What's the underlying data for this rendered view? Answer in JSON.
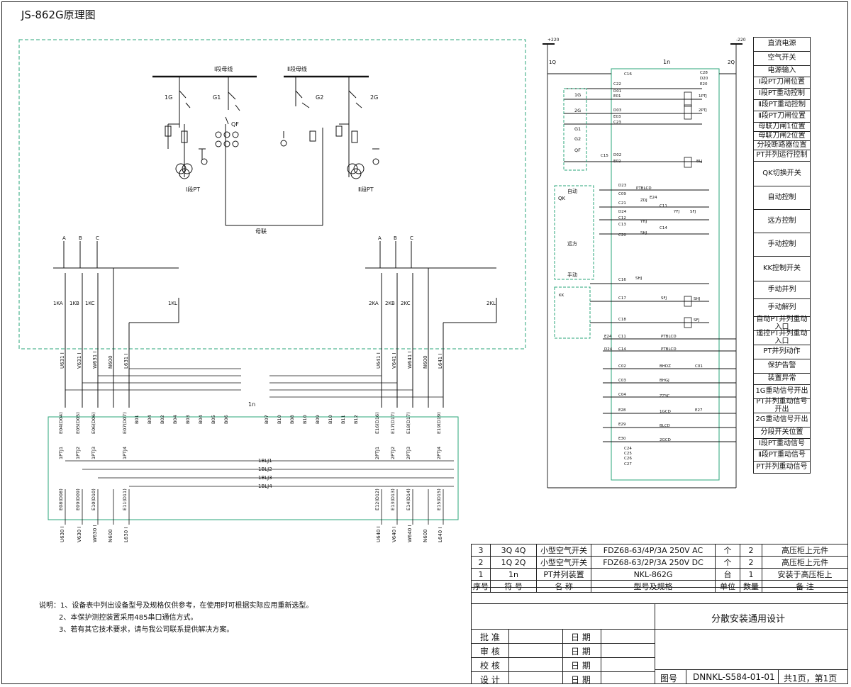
{
  "title": "JS-862G原理图",
  "diagram": {
    "bus1": "Ⅰ段母线",
    "bus2": "Ⅱ段母线",
    "pt1": "Ⅰ段PT",
    "pt2": "Ⅱ段PT",
    "tie": "母联",
    "g1": "1G",
    "g2": "2G",
    "sw_g1": "G1",
    "sw_g2": "G2",
    "qf": "QF",
    "phases": [
      "A",
      "B",
      "C"
    ],
    "relays_left": [
      "1KA",
      "1KB",
      "1KC",
      "1KL"
    ],
    "relays_right": [
      "2KA",
      "2KB",
      "2KC",
      "2KL"
    ],
    "wires_top_left": [
      "U631 I",
      "V631 I",
      "W631 I",
      "N600",
      "L631 I"
    ],
    "wires_top_right": [
      "U641 I",
      "V641 I",
      "W641 I",
      "N600",
      "L641 I"
    ],
    "wires_bottom_left": [
      "U630 I",
      "V630 I",
      "W630 I",
      "N600",
      "L630 I"
    ],
    "wires_bottom_right": [
      "U640 I",
      "V640 I",
      "W640 I",
      "N600",
      "L640 I"
    ],
    "device": "1n",
    "terminals_in_left": [
      "E04(D04)",
      "E05(D05)",
      "E06(D06)",
      "E07(D07)"
    ],
    "terminals_in_right": [
      "E16(D16)",
      "E17(D17)",
      "E18(D17)",
      "E19(D19)"
    ],
    "terminals_out_left": [
      "E08(D08)",
      "E09(D09)",
      "E10(D10)",
      "E11(D11)"
    ],
    "terminals_out_right": [
      "E12(D12)",
      "E13(D13)",
      "E14(D14)",
      "E15(D15)"
    ],
    "b_terms_left": [
      "B01",
      "B04",
      "B02",
      "B04",
      "B03",
      "B04",
      "B05",
      "B06"
    ],
    "b_terms_right": [
      "B07",
      "B10",
      "B08",
      "B10",
      "B09",
      "B10",
      "B11",
      "B12"
    ],
    "pt_contacts_left": [
      "1PTJ1",
      "1PTJ2",
      "1PTJ3",
      "1PTJ4"
    ],
    "pt_contacts_right": [
      "2PTJ1",
      "2PTJ2",
      "2PTJ3",
      "2PTJ4"
    ],
    "blj": [
      "1BLJ1",
      "1BLJ2",
      "1BLJ3",
      "1BLJ4"
    ],
    "dc_plus": "+220",
    "dc_minus": "-220",
    "q1": "1Q",
    "q2": "2Q",
    "right_terms": [
      "C16",
      "C28",
      "D20",
      "E20",
      "C22",
      "D01",
      "E01",
      "1PTJ",
      "D03",
      "E03",
      "2PTJ",
      "C23",
      "C15",
      "D02",
      "E02",
      "BLJ",
      "D23",
      "C09",
      "PTBLCD",
      "E24",
      "ZDJ",
      "C21",
      "C11",
      "D24",
      "C12",
      "YHJ",
      "C13",
      "C14",
      "YFJ",
      "SFJ",
      "C20",
      "SHJ",
      "KK",
      "C16",
      "SHJ",
      "C17",
      "SFJ",
      "SHJ",
      "C18",
      "SFJ",
      "E24",
      "C11",
      "PTBLCD",
      "D24",
      "C14",
      "PTBLCD",
      "C02",
      "BHDZ",
      "C01",
      "C03",
      "BHGJ",
      "C04",
      "ZZYC",
      "E28",
      "1GCD",
      "E27",
      "E29",
      "BLCD",
      "E30",
      "2GCD",
      "C24",
      "C25",
      "C26",
      "C27"
    ],
    "qk_labels": [
      "自动",
      "QK",
      "远方",
      "手动"
    ],
    "loop_labels": [
      "1G",
      "2G",
      "G1",
      "G2",
      "QF"
    ]
  },
  "functions": [
    "直流电源",
    "空气开关",
    "电源输入",
    "Ⅰ段PT刀闸位置",
    "Ⅰ段PT重动控制",
    "Ⅱ段PT重动控制",
    "Ⅱ段PT刀闸位置",
    "母联刀闸1位置",
    "母联刀闸2位置",
    "分段断路器位置",
    "PT并列运行控制",
    "QK切换开关",
    "自动控制",
    "远方控制",
    "手动控制",
    "KK控制开关",
    "手动并列",
    "手动解列",
    "自动PT并列重动入口",
    "遥控PT并列重动入口",
    "PT并列动作",
    "保护告警",
    "装置异常",
    "1G重动信号开出",
    "PT并列重动信号开出",
    "2G重动信号开出",
    "分段开关位置",
    "Ⅰ段PT重动信号",
    "Ⅱ段PT重动信号",
    "PT并列重动信号"
  ],
  "notes": [
    "说明：1、设备表中列出设备型号及规格仅供参考，在使用时可根据实际应用重新选型。",
    "2、本保护测控装置采用485串口通信方式。",
    "3、若有其它技术要求，请与我公司联系提供解决方案。"
  ],
  "parts_table": {
    "header": [
      "序号",
      "符 号",
      "名 称",
      "型号及规格",
      "单位",
      "数量",
      "备 注"
    ],
    "rows": [
      [
        "3",
        "3Q  4Q",
        "小型空气开关",
        "FDZ68-63/4P/3A  250V AC",
        "个",
        "2",
        "高压柜上元件"
      ],
      [
        "2",
        "1Q  2Q",
        "小型空气开关",
        "FDZ68-63/2P/3A  250V DC",
        "个",
        "2",
        "高压柜上元件"
      ],
      [
        "1",
        "1n",
        "PT并列装置",
        "NKL-862G",
        "台",
        "1",
        "安装于高压柜上"
      ]
    ]
  },
  "title_block": {
    "design_name": "分散安装通用设计",
    "rows": [
      "批 准",
      "审 核",
      "校 核",
      "设 计"
    ],
    "date": "日 期",
    "drawing_no_label": "图号",
    "drawing_no": "DNNKL-S584-01-01",
    "page": "共1页，第1页"
  }
}
